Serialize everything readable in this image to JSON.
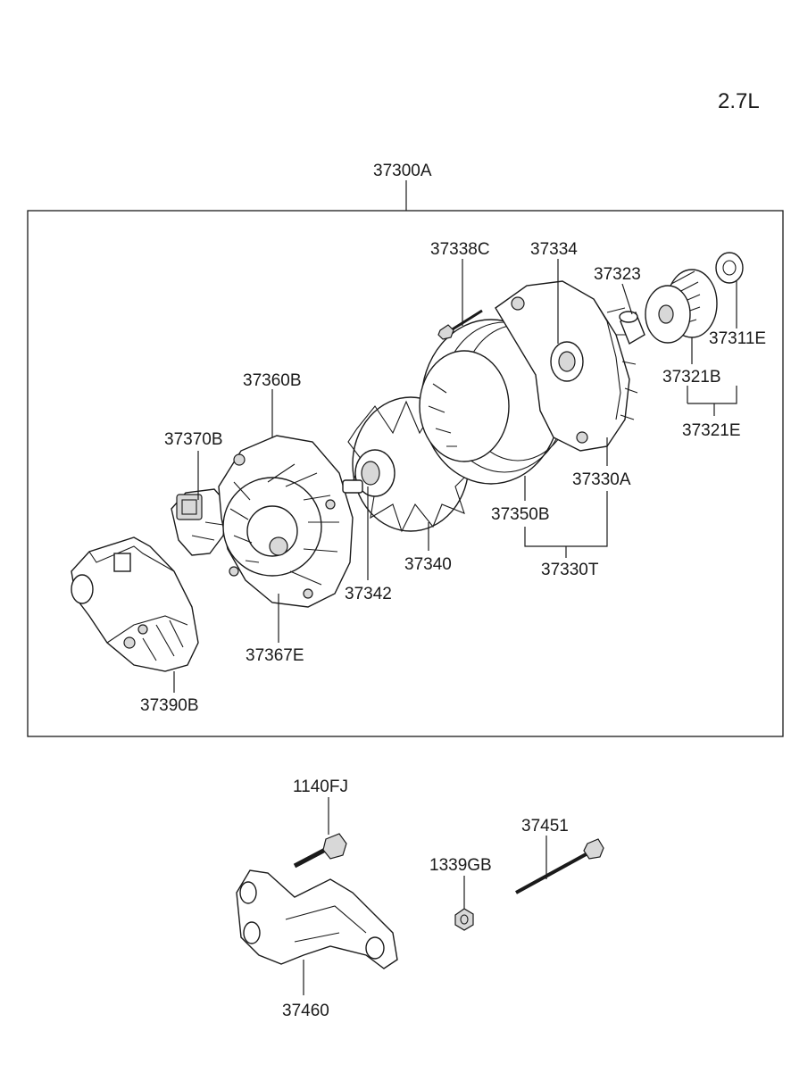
{
  "engine": "2.7L",
  "assembly": "37300A",
  "parts": {
    "p37338C": "37338C",
    "p37334": "37334",
    "p37323": "37323",
    "p37311E": "37311E",
    "p37321B": "37321B",
    "p37321E": "37321E",
    "p37360B": "37360B",
    "p37370B": "37370B",
    "p37330A": "37330A",
    "p37350B": "37350B",
    "p37340": "37340",
    "p37342": "37342",
    "p37330T": "37330T",
    "p37367E": "37367E",
    "p37390B": "37390B",
    "p1140FJ": "1140FJ",
    "p37451": "37451",
    "p1339GB": "1339GB",
    "p37460": "37460"
  }
}
